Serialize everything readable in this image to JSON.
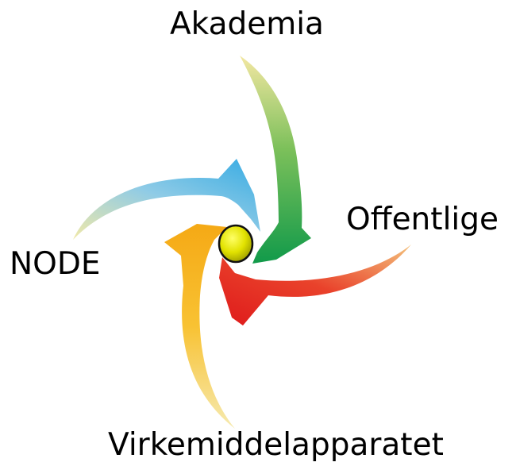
{
  "labels": {
    "top": "Akademia",
    "right": "Offentlige",
    "left": "NODE",
    "bottom": "Virkemiddelapparatet"
  },
  "colors": {
    "arrow_top": "#1aa350",
    "arrow_left": "#3fb1e6",
    "arrow_right": "#e3201d",
    "arrow_bottom": "#f6b21a",
    "center_node": "#dbdb00",
    "background": "#ffffff"
  }
}
